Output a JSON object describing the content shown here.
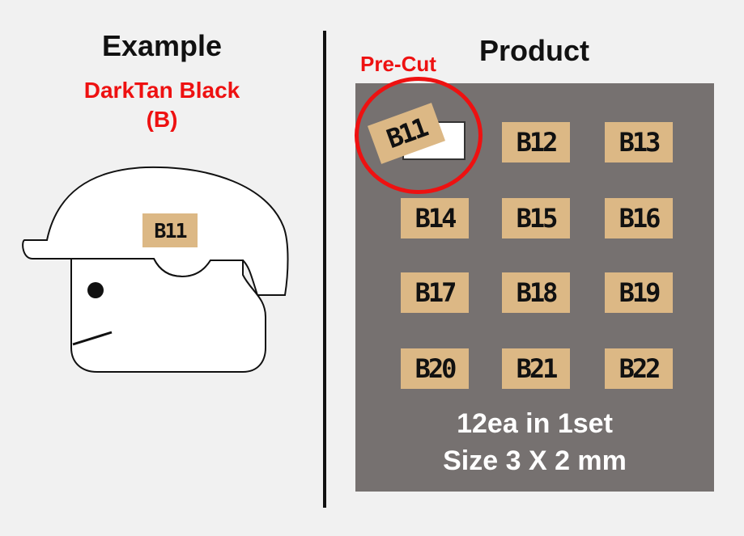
{
  "colors": {
    "background": "#f1f1f1",
    "accent_red": "#ee1111",
    "panel": "#767170",
    "tag_tan": "#dcb885",
    "tag_text": "#111111",
    "divider": "#111111"
  },
  "example": {
    "title": "Example",
    "subtitle_line1": "DarkTan Black",
    "subtitle_line2": "(B)",
    "helmet_tag": "B11"
  },
  "product": {
    "title": "Product",
    "precut_label": "Pre-Cut",
    "precut_tag": "B11",
    "tags": [
      "B12",
      "B13",
      "B14",
      "B15",
      "B16",
      "B17",
      "B18",
      "B19",
      "B20",
      "B21",
      "B22"
    ],
    "info_line1": "12ea in 1set",
    "info_line2": "Size 3 X 2 mm"
  }
}
